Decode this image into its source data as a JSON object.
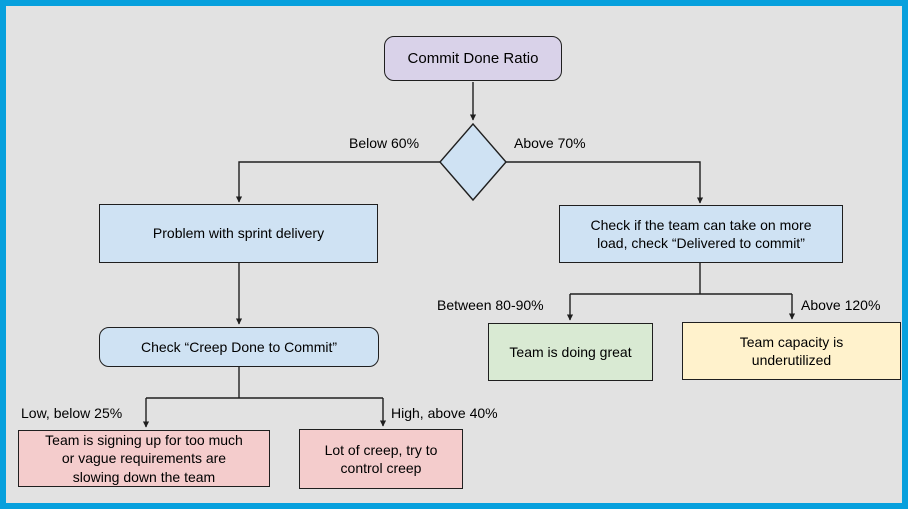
{
  "diagram": {
    "type": "flowchart",
    "nodes": {
      "start": {
        "label": "Commit Done Ratio",
        "shape": "rounded-rect",
        "fill": "#d9d2e9"
      },
      "decision": {
        "label": "",
        "shape": "diamond",
        "fill": "#cfe2f3"
      },
      "problem": {
        "label": "Problem with sprint delivery",
        "shape": "rect",
        "fill": "#cfe2f3"
      },
      "more_load": {
        "label": "Check if the team can take on more\nload, check “Delivered to commit”",
        "shape": "rect",
        "fill": "#cfe2f3"
      },
      "check_creep": {
        "label": "Check “Creep Done to Commit”",
        "shape": "rounded-rect",
        "fill": "#cfe2f3"
      },
      "too_much": {
        "label": "Team is signing up for too much\nor vague requirements are\nslowing down the team",
        "shape": "rect",
        "fill": "#f4cccc"
      },
      "lot_creep": {
        "label": "Lot of creep, try to\ncontrol creep",
        "shape": "rect",
        "fill": "#f4cccc"
      },
      "doing_great": {
        "label": "Team is doing great",
        "shape": "rect",
        "fill": "#d9ead3"
      },
      "underutilized": {
        "label": "Team capacity is\nunderutilized",
        "shape": "rect",
        "fill": "#fff2cc"
      }
    },
    "edge_labels": {
      "below_60": "Below 60%",
      "above_70": "Above 70%",
      "between_80_90": "Between 80-90%",
      "above_120": "Above 120%",
      "low_below_25": "Low, below 25%",
      "high_above_40": "High, above 40%"
    },
    "colors": {
      "frame": "#07a0dd",
      "background": "#e2e2e2",
      "line": "#1f1f1f",
      "text": "#000000"
    }
  }
}
